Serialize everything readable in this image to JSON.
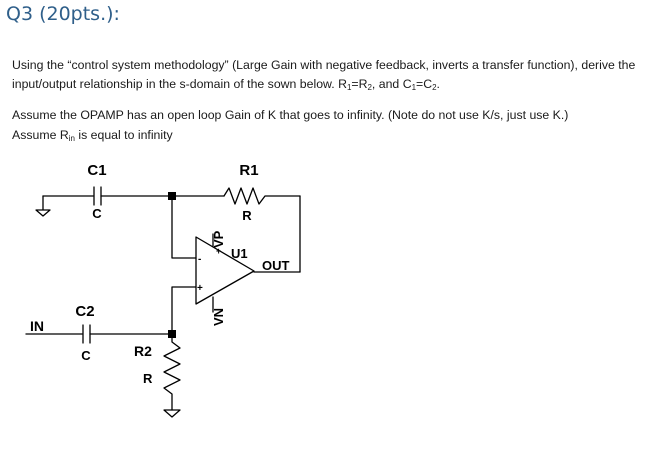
{
  "question": {
    "title": "Q3 (20pts.):",
    "line1_pre": "Using the “control system methodology” (Large Gain with negative feedback, inverts a transfer function), derive the input/output relationship in the s-domain of the sown below.  R",
    "line1_r1sub": "1",
    "line1_eq": "=R",
    "line1_r2sub": "2",
    "line1_and": ", and C",
    "line1_c1sub": "1",
    "line1_eq2": "=C",
    "line1_c2sub": "2",
    "line1_end": ".",
    "line2": "Assume the OPAMP has an open loop Gain of K that goes to infinity. (Note do not use K/s, just use K.)",
    "line3_pre": "Assume R",
    "line3_sub": "in",
    "line3_post": " is equal to infinity"
  },
  "circuit": {
    "c1_name": "C1",
    "c1_value": "C",
    "r1_name": "R1",
    "r1_value": "R",
    "opamp_name": "U1",
    "vp_label": "VP",
    "vn_label": "VN",
    "minus_sign": "-",
    "plus_sign": "+",
    "out_label": "OUT",
    "in_label": "IN",
    "c2_name": "C2",
    "c2_value": "C",
    "r2_name": "R2",
    "r2_value": "R"
  }
}
